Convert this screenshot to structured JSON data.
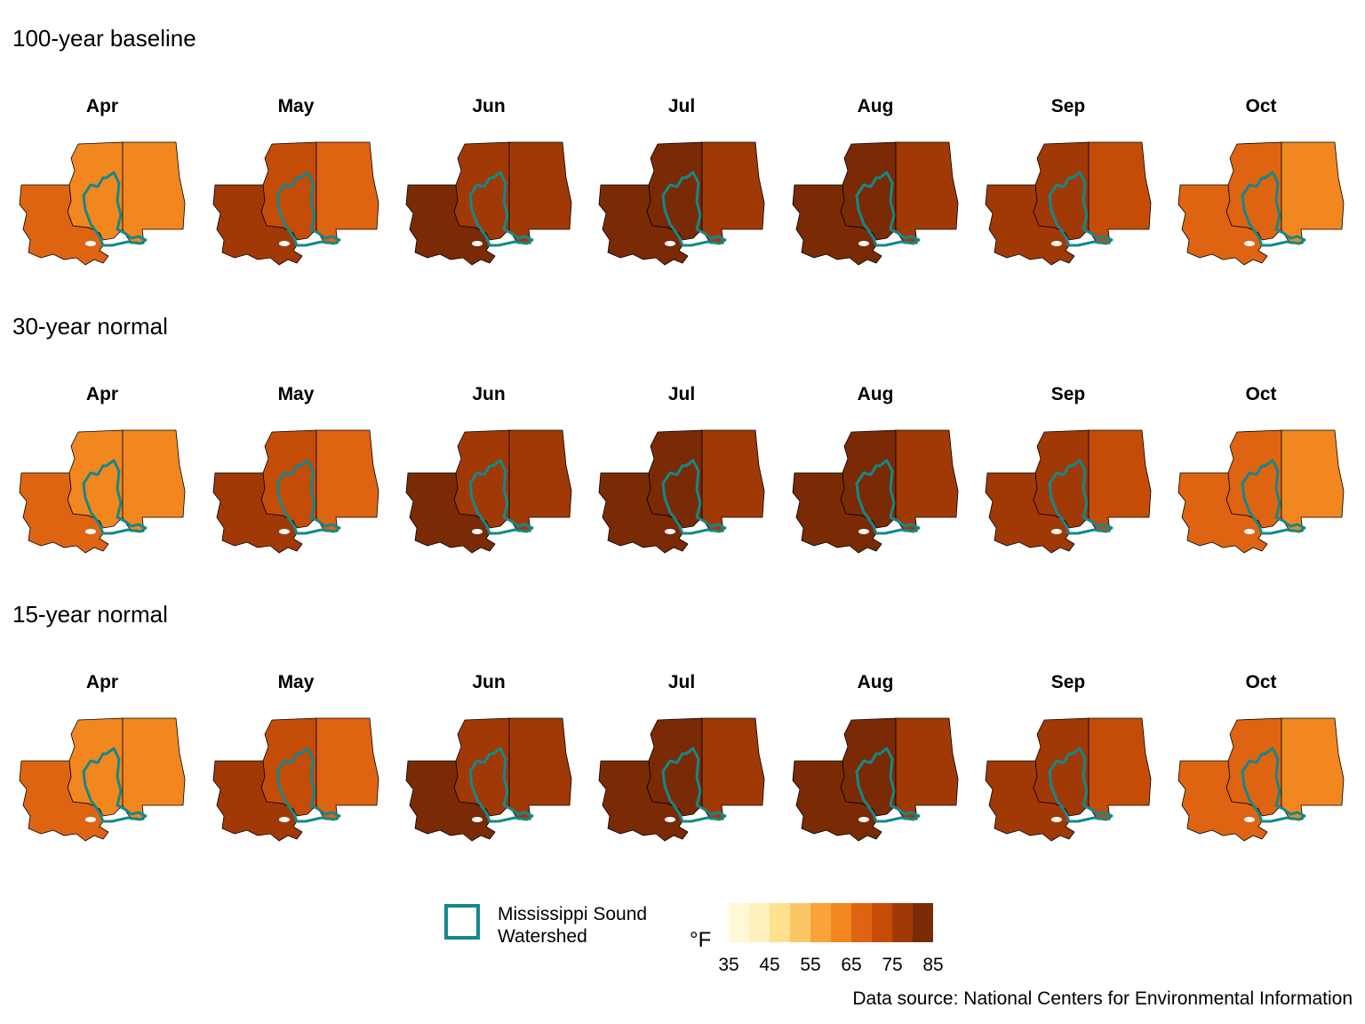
{
  "rows": [
    {
      "title": "100-year baseline",
      "months": [
        {
          "label": "Apr",
          "value": 64
        },
        {
          "label": "May",
          "value": 72
        },
        {
          "label": "Jun",
          "value": 78
        },
        {
          "label": "Jul",
          "value": 81
        },
        {
          "label": "Aug",
          "value": 80
        },
        {
          "label": "Sep",
          "value": 75
        },
        {
          "label": "Oct",
          "value": 65
        }
      ]
    },
    {
      "title": "30-year normal",
      "months": [
        {
          "label": "Apr",
          "value": 64
        },
        {
          "label": "May",
          "value": 72
        },
        {
          "label": "Jun",
          "value": 78
        },
        {
          "label": "Jul",
          "value": 81
        },
        {
          "label": "Aug",
          "value": 80
        },
        {
          "label": "Sep",
          "value": 75
        },
        {
          "label": "Oct",
          "value": 65
        }
      ]
    },
    {
      "title": "15-year normal",
      "months": [
        {
          "label": "Apr",
          "value": 64
        },
        {
          "label": "May",
          "value": 72
        },
        {
          "label": "Jun",
          "value": 79
        },
        {
          "label": "Jul",
          "value": 82
        },
        {
          "label": "Aug",
          "value": 81
        },
        {
          "label": "Sep",
          "value": 76
        },
        {
          "label": "Oct",
          "value": 66
        }
      ]
    }
  ],
  "legend": {
    "watershed_label_line1": "Mississippi Sound",
    "watershed_label_line2": "Watershed",
    "watershed_color": "#14888a",
    "unit": "°F",
    "ticks": [
      "35",
      "45",
      "55",
      "65",
      "75",
      "85"
    ],
    "scale_min": 35,
    "scale_step": 5,
    "scale_colors": [
      "#fff8d6",
      "#fff0bb",
      "#fee08f",
      "#fdc664",
      "#f9a33b",
      "#f2871f",
      "#df6411",
      "#c54c07",
      "#a13906",
      "#7a2a05"
    ]
  },
  "source": "Data source: National Centers for Environmental Information"
}
